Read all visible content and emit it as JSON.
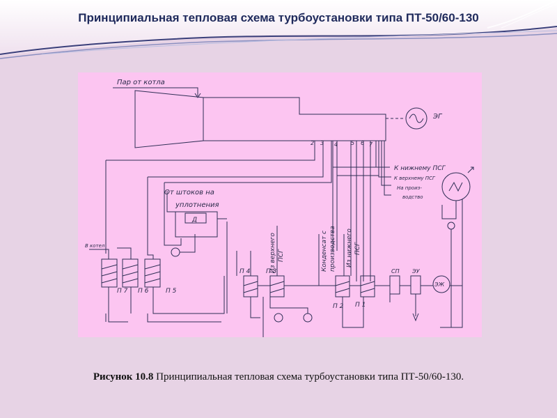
{
  "slide": {
    "title": "Принципиальная тепловая схема турбоустановки типа ПТ-50/60-130"
  },
  "diagram": {
    "labels": {
      "steam_from_boiler": "Пар от котла",
      "generator": "ЭГ",
      "to_boiler": "В котел",
      "to_lower_psg": "К нижнему ПСГ",
      "to_upper_psg": "К верхнему ПСГ",
      "to_production_1": "На произ-",
      "to_production_2": "водство",
      "from_stems_1": "От штоков на",
      "from_stems_2": "уплотнения",
      "deaerator": "Д",
      "from_upper_psg_1": "Из верхнего",
      "from_upper_psg_2": "ПСГ",
      "condensate_1": "Конденсат с",
      "condensate_2": "производства",
      "from_lower_psg_1": "Из нижнего",
      "from_lower_psg_2": "ПСГ",
      "p7": "П 7",
      "p6": "П 6",
      "p5": "П 5",
      "p4": "П 4",
      "p3": "П 3",
      "p2": "П 2",
      "p1": "П 1",
      "sp": "СП",
      "ey": "ЭУ",
      "ej": "ЭЖ",
      "ext2": "2",
      "ext3": "3",
      "ext4": "4",
      "ext5": "5",
      "ext6": "6",
      "ext7": "7"
    }
  },
  "caption": {
    "label": "Рисунок 10.8",
    "text": " Принципиальная тепловая схема турбоустановки типа ПТ-50/60-130."
  }
}
